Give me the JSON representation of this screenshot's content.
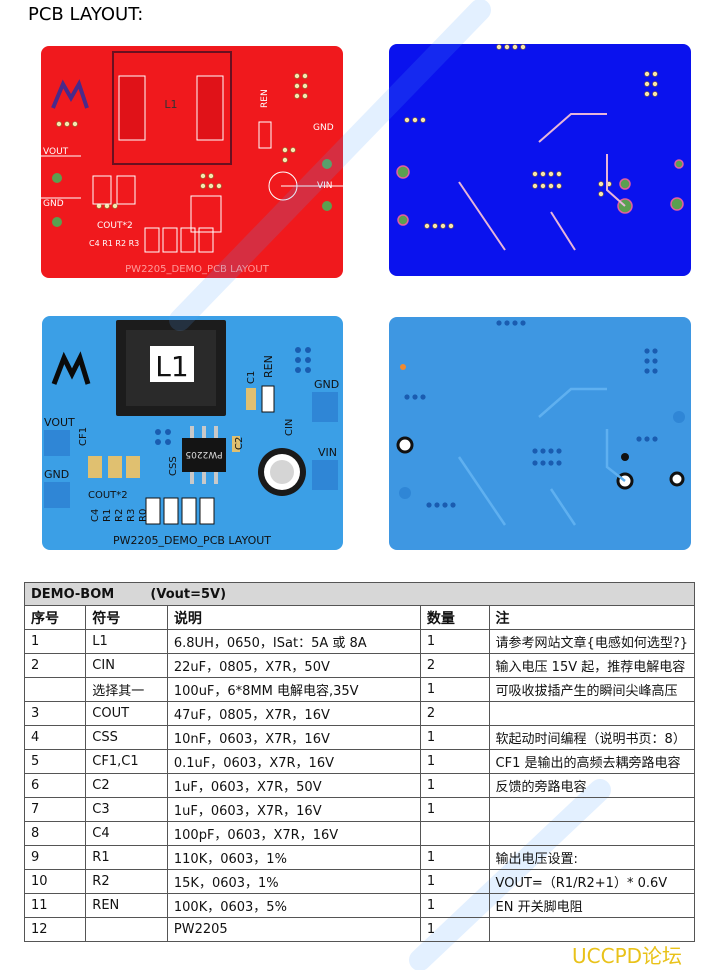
{
  "heading": "PCB LAYOUT:",
  "pcb_top_red": {
    "inductor_label": "L1",
    "labels": {
      "vout": "VOUT",
      "gnd_left": "GND",
      "gnd_right": "GND",
      "vin": "VIN",
      "ren": "REN",
      "cout": "COUT*2",
      "c4r1r2r3": "C4 R1 R2 R3",
      "caption": "PW2205_DEMO_PCB LAYOUT"
    },
    "color": "#f0191d"
  },
  "pcb_bottom_blue": {
    "color": "#0a12ee"
  },
  "pcb_top_3d": {
    "inductor_label": "L1",
    "chip_label": "PW2205",
    "labels": {
      "ren": "REN",
      "c1": "C1",
      "cf1": "CF1",
      "vout": "VOUT",
      "gnd_left": "GND",
      "gnd_right": "GND",
      "vin": "VIN",
      "cin": "CIN",
      "c2": "C2",
      "css": "CSS",
      "cout": "COUT*2",
      "c4": "C4",
      "r1": "R1",
      "r2": "R2",
      "r3": "R3",
      "r0": "R0",
      "caption": "PW2205_DEMO_PCB LAYOUT"
    },
    "color": "#3b9fe6"
  },
  "pcb_bottom_3d": {
    "color": "#3e97e2"
  },
  "bom": {
    "title": "DEMO-BOM        (Vout=5V)",
    "headers": [
      "序号",
      "符号",
      "说明",
      "数量",
      "注"
    ],
    "rows": [
      [
        "1",
        "L1",
        "6.8UH，0650，ISat：5A 或 8A",
        "1",
        "请参考网站文章{电感如何选型?}"
      ],
      [
        "2",
        "CIN",
        "22uF，0805，X7R，50V",
        "2",
        "输入电压 15V 起，推荐电解电容"
      ],
      [
        "",
        "选择其一",
        "100uF，6*8MM 电解电容,35V",
        "1",
        "可吸收拔插产生的瞬间尖峰高压"
      ],
      [
        "3",
        "COUT",
        "47uF，0805，X7R，16V",
        "2",
        ""
      ],
      [
        "4",
        "CSS",
        "10nF，0603，X7R，16V",
        "1",
        "软起动时间编程（说明书页：8）"
      ],
      [
        "5",
        "CF1,C1",
        "0.1uF，0603，X7R，16V",
        "1",
        "CF1 是输出的高频去耦旁路电容"
      ],
      [
        "6",
        "C2",
        "1uF，0603，X7R，50V",
        "1",
        "反馈的旁路电容"
      ],
      [
        "7",
        "C3",
        "1uF，0603，X7R，16V",
        "1",
        ""
      ],
      [
        "8",
        "C4",
        "100pF，0603，X7R，16V",
        "",
        ""
      ],
      [
        "9",
        "R1",
        "110K，0603，1%",
        "1",
        "输出电压设置:"
      ],
      [
        "10",
        "R2",
        "15K，0603，1%",
        "1",
        "VOUT=（R1/R2+1）* 0.6V"
      ],
      [
        "11",
        "REN",
        "100K，0603，5%",
        "1",
        "EN 开关脚电阻"
      ],
      [
        "12",
        "",
        "PW2205",
        "1",
        ""
      ]
    ]
  },
  "watermark": "UCCPD论坛"
}
